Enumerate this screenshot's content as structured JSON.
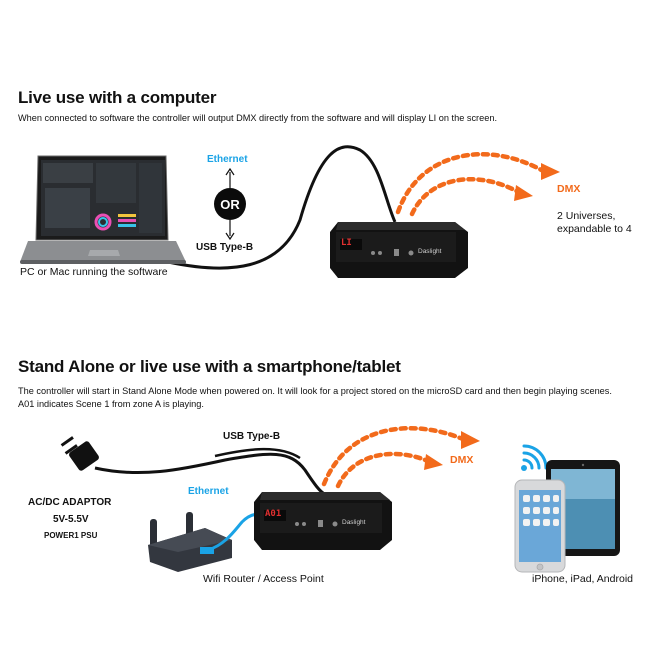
{
  "section1": {
    "title": "Live use with a computer",
    "description": "When connected to software the controller will output DMX directly from the software and will display LI on the screen.",
    "ethernet_label": "Ethernet",
    "or_label": "OR",
    "usb_label": "USB Type-B",
    "laptop_caption": "PC or Mac running the software",
    "dmx_label": "DMX",
    "universes_line1": "2 Universes,",
    "universes_line2": "expandable to 4",
    "device_display": "LI"
  },
  "section2": {
    "title": "Stand Alone or live use with a smartphone/tablet",
    "description": "The controller will start in Stand Alone Mode when powered on.  It will look for a project stored on the microSD card and then begin playing scenes.  A01 indicates Scene 1 from zone A is playing.",
    "usb_label": "USB Type-B",
    "ethernet_label": "Ethernet",
    "dmx_label": "DMX",
    "adaptor_line1": "AC/DC ADAPTOR",
    "adaptor_line2": "5V-5.5V",
    "adaptor_line3": "POWER1 PSU",
    "router_caption": "Wifi Router / Access Point",
    "devices_caption": "iPhone, iPad, Android",
    "device_display": "A01"
  },
  "device_brand": "Daslight",
  "colors": {
    "accent_blue": "#1aa3e6",
    "accent_orange": "#f26a1b",
    "device_body": "#161616"
  }
}
